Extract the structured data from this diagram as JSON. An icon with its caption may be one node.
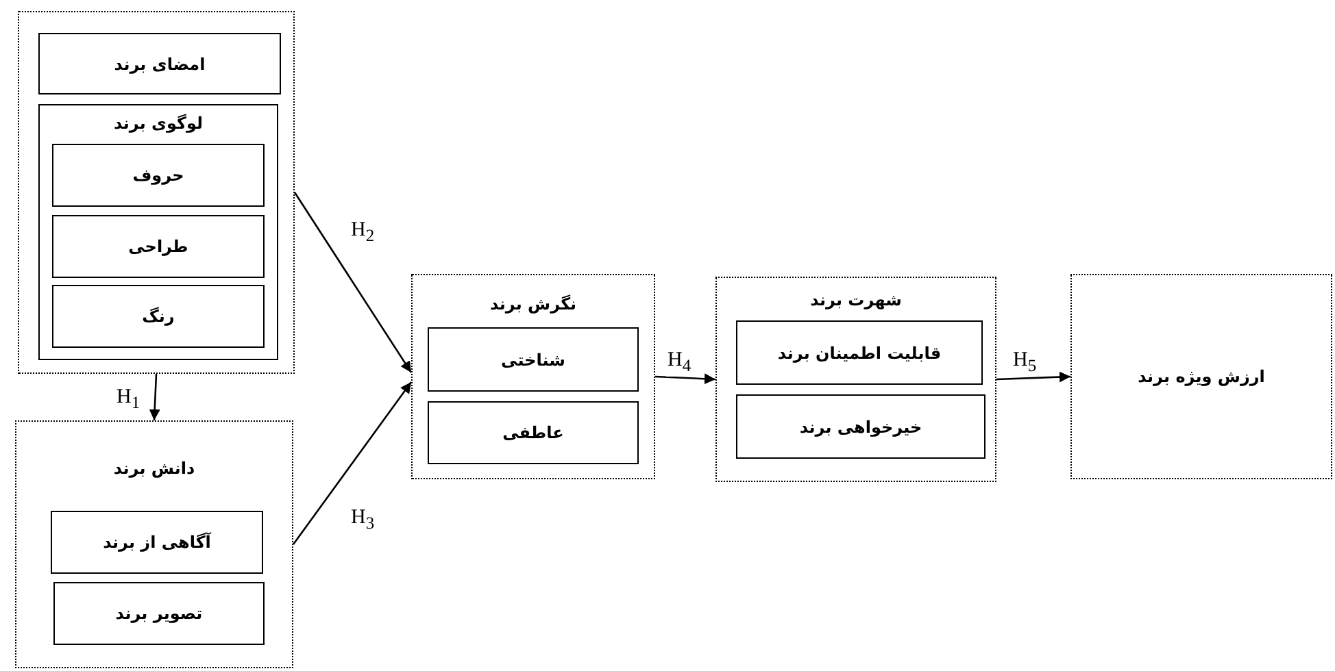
{
  "diagram": {
    "nodes": [
      {
        "text": [],
        "shape": "box"
      },
      {
        "text": [
          "امضای برند"
        ],
        "in": 0
      },
      {
        "text": [
          "لوگوی برند"
        ],
        "in": 0
      },
      {
        "text": [
          "حروف"
        ],
        "in": 2
      },
      {
        "text": [
          "طراحی"
        ],
        "in": 2
      },
      {
        "text": [
          "رنگ"
        ],
        "in": 2
      },
      {
        "text": [
          "دانش برند"
        ]
      },
      {
        "text": [
          "آگاهی از برند"
        ],
        "in": 6
      },
      {
        "text": [
          "تصویر برند"
        ],
        "in": 6
      },
      {
        "text": [
          "نگرش برند"
        ]
      },
      {
        "text": [
          "شناختی"
        ],
        "in": 9
      },
      {
        "text": [
          "عاطفی"
        ],
        "in": 9
      },
      {
        "text": [
          "شهرت برند"
        ]
      },
      {
        "text": [
          "قابلیت اطمینان برند"
        ],
        "in": 12
      },
      {
        "text": [
          "خیرخواهی برند"
        ],
        "in": 12
      },
      {
        "text": [
          "ارزش ویژه برند"
        ]
      }
    ],
    "edges": [
      {
        "from": 0,
        "to": 6,
        "arrow": "to",
        "label": "H$_{1}$"
      },
      {
        "from": 0,
        "to": 9,
        "arrow": "to",
        "label": "H$_{2}$"
      },
      {
        "from": 6,
        "to": 9,
        "arrow": "to",
        "label": "H$_{3}$"
      },
      {
        "from": 9,
        "to": 12,
        "arrow": "to",
        "label": "H$_{4}$"
      },
      {
        "from": 12,
        "to": 15,
        "arrow": "to",
        "label": "H$_{5}$"
      }
    ]
  }
}
